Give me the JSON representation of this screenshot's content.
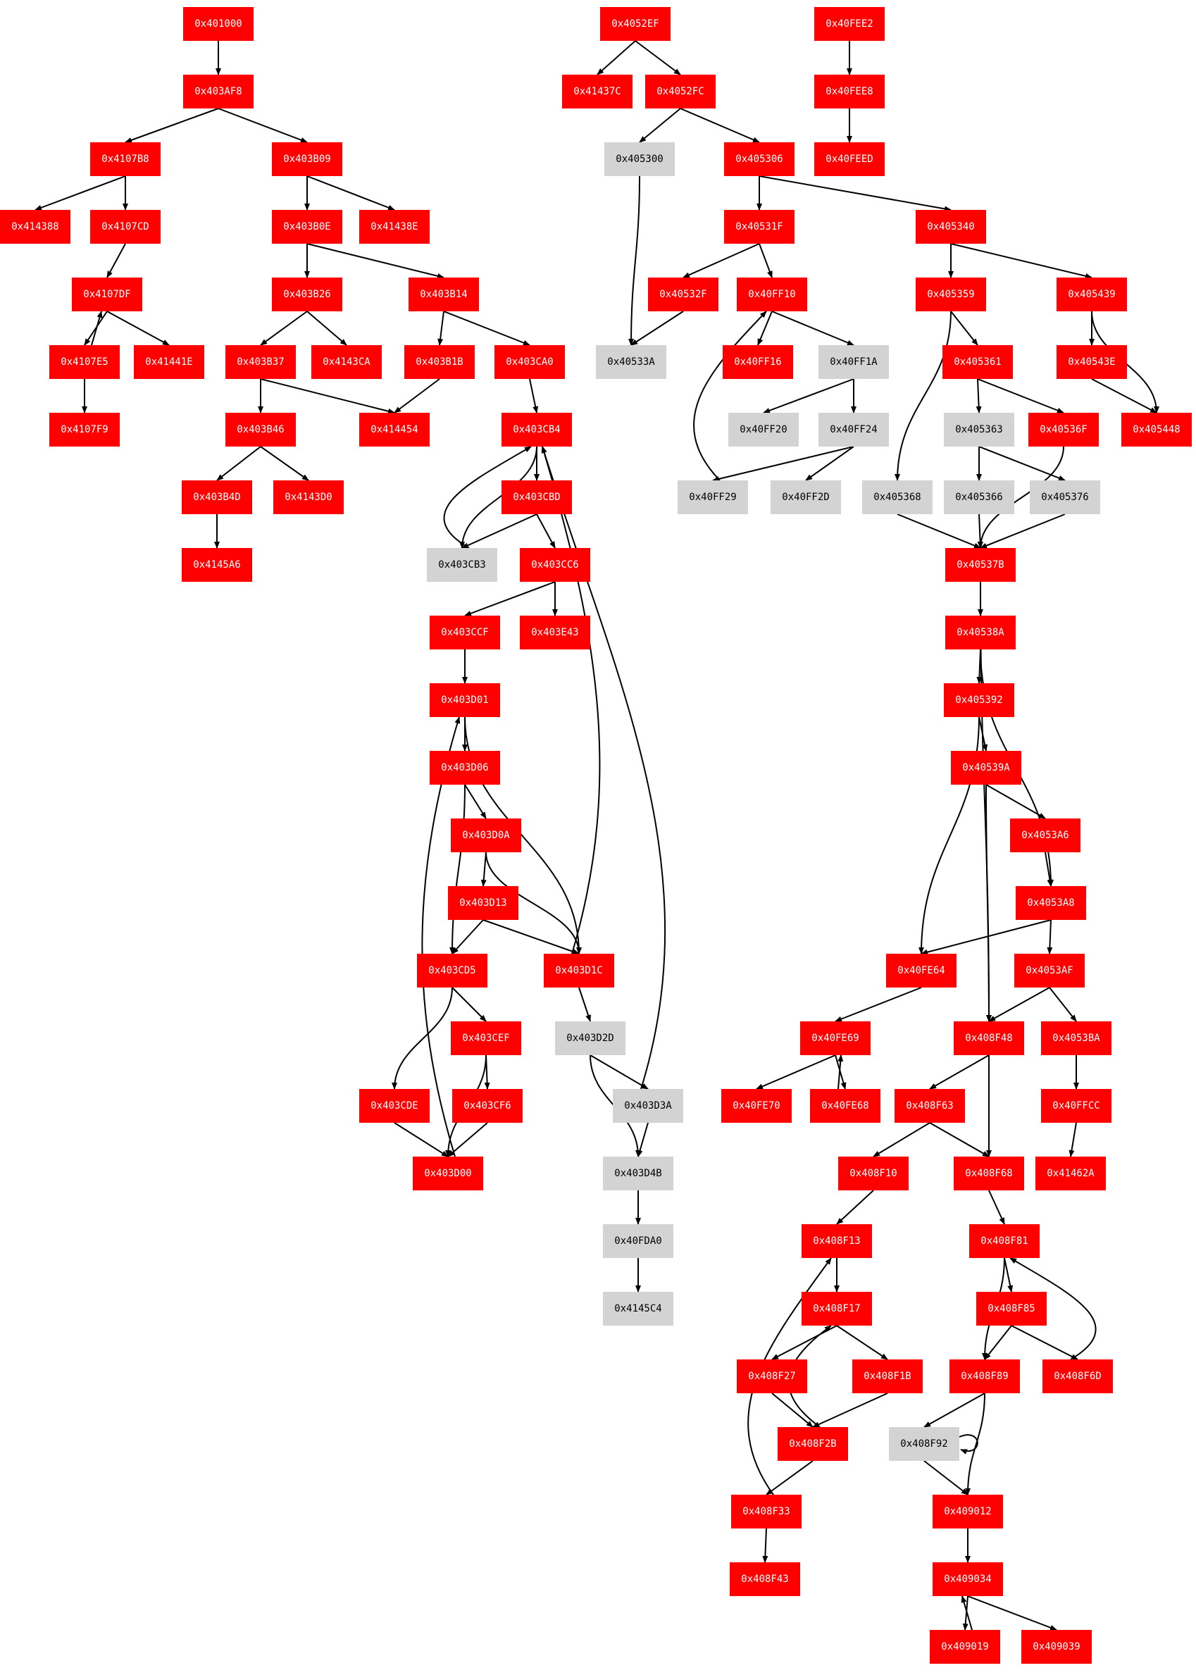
{
  "chart_data": {
    "type": "graph",
    "nodes": [
      {
        "id": "0x401000",
        "status": "red"
      },
      {
        "id": "0x403AF8",
        "status": "red"
      },
      {
        "id": "0x4107B8",
        "status": "red"
      },
      {
        "id": "0x403B09",
        "status": "red"
      },
      {
        "id": "0x414388",
        "status": "red"
      },
      {
        "id": "0x4107CD",
        "status": "red"
      },
      {
        "id": "0x403B0E",
        "status": "red"
      },
      {
        "id": "0x41438E",
        "status": "red"
      },
      {
        "id": "0x4107DF",
        "status": "red"
      },
      {
        "id": "0x403B26",
        "status": "red"
      },
      {
        "id": "0x403B14",
        "status": "red"
      },
      {
        "id": "0x4107E5",
        "status": "red"
      },
      {
        "id": "0x41441E",
        "status": "red"
      },
      {
        "id": "0x403B37",
        "status": "red"
      },
      {
        "id": "0x4143CA",
        "status": "red"
      },
      {
        "id": "0x403B1B",
        "status": "red"
      },
      {
        "id": "0x403CA0",
        "status": "red"
      },
      {
        "id": "0x4107F9",
        "status": "red"
      },
      {
        "id": "0x403B46",
        "status": "red"
      },
      {
        "id": "0x414454",
        "status": "red"
      },
      {
        "id": "0x403CB4",
        "status": "red"
      },
      {
        "id": "0x403B4D",
        "status": "red"
      },
      {
        "id": "0x4143D0",
        "status": "red"
      },
      {
        "id": "0x403CBD",
        "status": "red"
      },
      {
        "id": "0x4145A6",
        "status": "red"
      },
      {
        "id": "0x403CB3",
        "status": "gray"
      },
      {
        "id": "0x403CC6",
        "status": "red"
      },
      {
        "id": "0x403CCF",
        "status": "red"
      },
      {
        "id": "0x403E43",
        "status": "red"
      },
      {
        "id": "0x403D01",
        "status": "red"
      },
      {
        "id": "0x403D06",
        "status": "red"
      },
      {
        "id": "0x403D0A",
        "status": "red"
      },
      {
        "id": "0x403D13",
        "status": "red"
      },
      {
        "id": "0x403CD5",
        "status": "red"
      },
      {
        "id": "0x403D1C",
        "status": "red"
      },
      {
        "id": "0x403CEF",
        "status": "red"
      },
      {
        "id": "0x403D2D",
        "status": "gray"
      },
      {
        "id": "0x403CDE",
        "status": "red"
      },
      {
        "id": "0x403CF6",
        "status": "red"
      },
      {
        "id": "0x403D3A",
        "status": "gray"
      },
      {
        "id": "0x403D00",
        "status": "red"
      },
      {
        "id": "0x403D4B",
        "status": "gray"
      },
      {
        "id": "0x40FDA0",
        "status": "gray"
      },
      {
        "id": "0x4145C4",
        "status": "gray"
      },
      {
        "id": "0x4052EF",
        "status": "red"
      },
      {
        "id": "0x41437C",
        "status": "red"
      },
      {
        "id": "0x4052FC",
        "status": "red"
      },
      {
        "id": "0x405300",
        "status": "gray"
      },
      {
        "id": "0x405306",
        "status": "red"
      },
      {
        "id": "0x40531F",
        "status": "red"
      },
      {
        "id": "0x405340",
        "status": "red"
      },
      {
        "id": "0x40532F",
        "status": "red"
      },
      {
        "id": "0x40FF10",
        "status": "red"
      },
      {
        "id": "0x405359",
        "status": "red"
      },
      {
        "id": "0x405439",
        "status": "red"
      },
      {
        "id": "0x40533A",
        "status": "gray"
      },
      {
        "id": "0x40FF16",
        "status": "red"
      },
      {
        "id": "0x40FF1A",
        "status": "gray"
      },
      {
        "id": "0x405361",
        "status": "red"
      },
      {
        "id": "0x40543E",
        "status": "red"
      },
      {
        "id": "0x40FF20",
        "status": "gray"
      },
      {
        "id": "0x40FF24",
        "status": "gray"
      },
      {
        "id": "0x405363",
        "status": "gray"
      },
      {
        "id": "0x40536F",
        "status": "red"
      },
      {
        "id": "0x405448",
        "status": "red"
      },
      {
        "id": "0x40FF29",
        "status": "gray"
      },
      {
        "id": "0x40FF2D",
        "status": "gray"
      },
      {
        "id": "0x405368",
        "status": "gray"
      },
      {
        "id": "0x405366",
        "status": "gray"
      },
      {
        "id": "0x405376",
        "status": "gray"
      },
      {
        "id": "0x40537B",
        "status": "red"
      },
      {
        "id": "0x40538A",
        "status": "red"
      },
      {
        "id": "0x405392",
        "status": "red"
      },
      {
        "id": "0x40539A",
        "status": "red"
      },
      {
        "id": "0x4053A6",
        "status": "red"
      },
      {
        "id": "0x4053A8",
        "status": "red"
      },
      {
        "id": "0x40FE64",
        "status": "red"
      },
      {
        "id": "0x4053AF",
        "status": "red"
      },
      {
        "id": "0x40FE69",
        "status": "red"
      },
      {
        "id": "0x408F48",
        "status": "red"
      },
      {
        "id": "0x4053BA",
        "status": "red"
      },
      {
        "id": "0x40FE70",
        "status": "red"
      },
      {
        "id": "0x40FE68",
        "status": "red"
      },
      {
        "id": "0x408F63",
        "status": "red"
      },
      {
        "id": "0x40FFCC",
        "status": "red"
      },
      {
        "id": "0x408F10",
        "status": "red"
      },
      {
        "id": "0x408F68",
        "status": "red"
      },
      {
        "id": "0x41462A",
        "status": "red"
      },
      {
        "id": "0x408F13",
        "status": "red"
      },
      {
        "id": "0x408F81",
        "status": "red"
      },
      {
        "id": "0x408F17",
        "status": "red"
      },
      {
        "id": "0x408F85",
        "status": "red"
      },
      {
        "id": "0x408F27",
        "status": "red"
      },
      {
        "id": "0x408F1B",
        "status": "red"
      },
      {
        "id": "0x408F89",
        "status": "red"
      },
      {
        "id": "0x408F6D",
        "status": "red"
      },
      {
        "id": "0x408F2B",
        "status": "red"
      },
      {
        "id": "0x408F92",
        "status": "gray"
      },
      {
        "id": "0x408F33",
        "status": "red"
      },
      {
        "id": "0x409012",
        "status": "red"
      },
      {
        "id": "0x408F43",
        "status": "red"
      },
      {
        "id": "0x409034",
        "status": "red"
      },
      {
        "id": "0x409019",
        "status": "red"
      },
      {
        "id": "0x409039",
        "status": "red"
      },
      {
        "id": "0x40FEE2",
        "status": "red"
      },
      {
        "id": "0x40FEE8",
        "status": "red"
      },
      {
        "id": "0x40FEED",
        "status": "red"
      }
    ],
    "edges": [
      [
        "0x401000",
        "0x403AF8"
      ],
      [
        "0x403AF8",
        "0x4107B8"
      ],
      [
        "0x403AF8",
        "0x403B09"
      ],
      [
        "0x4107B8",
        "0x414388"
      ],
      [
        "0x4107B8",
        "0x4107CD"
      ],
      [
        "0x4107CD",
        "0x4107DF"
      ],
      [
        "0x4107DF",
        "0x4107E5"
      ],
      [
        "0x4107E5",
        "0x4107DF"
      ],
      [
        "0x4107DF",
        "0x41441E"
      ],
      [
        "0x4107E5",
        "0x4107F9"
      ],
      [
        "0x403B09",
        "0x403B0E"
      ],
      [
        "0x403B09",
        "0x41438E"
      ],
      [
        "0x403B0E",
        "0x403B26"
      ],
      [
        "0x403B0E",
        "0x403B14"
      ],
      [
        "0x403B26",
        "0x403B37"
      ],
      [
        "0x403B26",
        "0x4143CA"
      ],
      [
        "0x403B37",
        "0x403B46"
      ],
      [
        "0x403B37",
        "0x414454"
      ],
      [
        "0x403B46",
        "0x403B4D"
      ],
      [
        "0x403B46",
        "0x4143D0"
      ],
      [
        "0x403B4D",
        "0x4145A6"
      ],
      [
        "0x403B14",
        "0x403B1B"
      ],
      [
        "0x403B14",
        "0x403CA0"
      ],
      [
        "0x403B1B",
        "0x414454"
      ],
      [
        "0x403CA0",
        "0x403CB4"
      ],
      [
        "0x403CB4",
        "0x403CBD"
      ],
      [
        "0x403CB4",
        "0x403CB3"
      ],
      [
        "0x403CB3",
        "0x403CB4"
      ],
      [
        "0x403CBD",
        "0x403CB3"
      ],
      [
        "0x403CBD",
        "0x403CC6"
      ],
      [
        "0x403CC6",
        "0x403CCF"
      ],
      [
        "0x403CC6",
        "0x403E43"
      ],
      [
        "0x403CCF",
        "0x403D01"
      ],
      [
        "0x403D01",
        "0x403D06"
      ],
      [
        "0x403D01",
        "0x403D1C"
      ],
      [
        "0x403D06",
        "0x403D0A"
      ],
      [
        "0x403D06",
        "0x403CD5"
      ],
      [
        "0x403D0A",
        "0x403D13"
      ],
      [
        "0x403D0A",
        "0x403D1C"
      ],
      [
        "0x403D13",
        "0x403CD5"
      ],
      [
        "0x403D13",
        "0x403D1C"
      ],
      [
        "0x403CD5",
        "0x403CDE"
      ],
      [
        "0x403CD5",
        "0x403CEF"
      ],
      [
        "0x403CEF",
        "0x403CF6"
      ],
      [
        "0x403CEF",
        "0x403D00"
      ],
      [
        "0x403CDE",
        "0x403D00"
      ],
      [
        "0x403CF6",
        "0x403D00"
      ],
      [
        "0x403D00",
        "0x403D01"
      ],
      [
        "0x403D1C",
        "0x403CB4"
      ],
      [
        "0x403D1C",
        "0x403D2D"
      ],
      [
        "0x403D2D",
        "0x403D3A"
      ],
      [
        "0x403D2D",
        "0x403D4B"
      ],
      [
        "0x403D3A",
        "0x403D4B"
      ],
      [
        "0x403D3A",
        "0x403CB4"
      ],
      [
        "0x403D4B",
        "0x40FDA0"
      ],
      [
        "0x40FDA0",
        "0x4145C4"
      ],
      [
        "0x4052EF",
        "0x41437C"
      ],
      [
        "0x4052EF",
        "0x4052FC"
      ],
      [
        "0x4052FC",
        "0x405300"
      ],
      [
        "0x4052FC",
        "0x405306"
      ],
      [
        "0x405300",
        "0x40533A"
      ],
      [
        "0x405306",
        "0x40531F"
      ],
      [
        "0x405306",
        "0x405340"
      ],
      [
        "0x40531F",
        "0x40532F"
      ],
      [
        "0x40531F",
        "0x40FF10"
      ],
      [
        "0x40532F",
        "0x40533A"
      ],
      [
        "0x40FF10",
        "0x40FF16"
      ],
      [
        "0x40FF10",
        "0x40FF1A"
      ],
      [
        "0x40FF1A",
        "0x40FF20"
      ],
      [
        "0x40FF1A",
        "0x40FF24"
      ],
      [
        "0x40FF24",
        "0x40FF29"
      ],
      [
        "0x40FF24",
        "0x40FF2D"
      ],
      [
        "0x40FF29",
        "0x40FF10"
      ],
      [
        "0x405340",
        "0x405359"
      ],
      [
        "0x405340",
        "0x405439"
      ],
      [
        "0x405439",
        "0x40543E"
      ],
      [
        "0x405439",
        "0x405448"
      ],
      [
        "0x40543E",
        "0x405448"
      ],
      [
        "0x405359",
        "0x405361"
      ],
      [
        "0x405359",
        "0x405368"
      ],
      [
        "0x405361",
        "0x405363"
      ],
      [
        "0x405361",
        "0x40536F"
      ],
      [
        "0x405363",
        "0x405366"
      ],
      [
        "0x405363",
        "0x405376"
      ],
      [
        "0x405368",
        "0x40537B"
      ],
      [
        "0x405366",
        "0x40537B"
      ],
      [
        "0x405376",
        "0x40537B"
      ],
      [
        "0x40536F",
        "0x40537B"
      ],
      [
        "0x40537B",
        "0x40538A"
      ],
      [
        "0x40537B",
        "0x408F48"
      ],
      [
        "0x40538A",
        "0x405392"
      ],
      [
        "0x40538A",
        "0x4053A8"
      ],
      [
        "0x405392",
        "0x40539A"
      ],
      [
        "0x405392",
        "0x40FE64"
      ],
      [
        "0x40539A",
        "0x4053A6"
      ],
      [
        "0x40539A",
        "0x408F48"
      ],
      [
        "0x4053A6",
        "0x4053A8"
      ],
      [
        "0x4053A8",
        "0x4053AF"
      ],
      [
        "0x4053A8",
        "0x40FE64"
      ],
      [
        "0x4053AF",
        "0x408F48"
      ],
      [
        "0x4053AF",
        "0x4053BA"
      ],
      [
        "0x40FE64",
        "0x40FE69"
      ],
      [
        "0x40FE69",
        "0x40FE70"
      ],
      [
        "0x40FE69",
        "0x40FE68"
      ],
      [
        "0x40FE68",
        "0x40FE69"
      ],
      [
        "0x4053BA",
        "0x40FFCC"
      ],
      [
        "0x40FFCC",
        "0x41462A"
      ],
      [
        "0x408F48",
        "0x408F63"
      ],
      [
        "0x408F48",
        "0x408F68"
      ],
      [
        "0x408F63",
        "0x408F10"
      ],
      [
        "0x408F63",
        "0x408F68"
      ],
      [
        "0x408F10",
        "0x408F13"
      ],
      [
        "0x408F13",
        "0x408F17"
      ],
      [
        "0x408F17",
        "0x408F27"
      ],
      [
        "0x408F17",
        "0x408F1B"
      ],
      [
        "0x408F27",
        "0x408F2B"
      ],
      [
        "0x408F1B",
        "0x408F2B"
      ],
      [
        "0x408F2B",
        "0x408F17"
      ],
      [
        "0x408F2B",
        "0x408F33"
      ],
      [
        "0x408F33",
        "0x408F13"
      ],
      [
        "0x408F33",
        "0x408F43"
      ],
      [
        "0x408F68",
        "0x408F81"
      ],
      [
        "0x408F81",
        "0x408F85"
      ],
      [
        "0x408F81",
        "0x408F89"
      ],
      [
        "0x408F85",
        "0x408F89"
      ],
      [
        "0x408F85",
        "0x408F6D"
      ],
      [
        "0x408F6D",
        "0x408F81"
      ],
      [
        "0x408F89",
        "0x408F92"
      ],
      [
        "0x408F89",
        "0x409012"
      ],
      [
        "0x408F92",
        "0x408F92"
      ],
      [
        "0x408F92",
        "0x409012"
      ],
      [
        "0x409012",
        "0x409034"
      ],
      [
        "0x409034",
        "0x409019"
      ],
      [
        "0x409019",
        "0x409034"
      ],
      [
        "0x409034",
        "0x409039"
      ],
      [
        "0x40FEE2",
        "0x40FEE8"
      ],
      [
        "0x40FEE8",
        "0x40FEED"
      ]
    ],
    "colors": {
      "red": "#ff0000",
      "gray": "#d3d3d3",
      "edge": "#000000",
      "red_text": "#ffffff",
      "gray_text": "#000000"
    }
  }
}
